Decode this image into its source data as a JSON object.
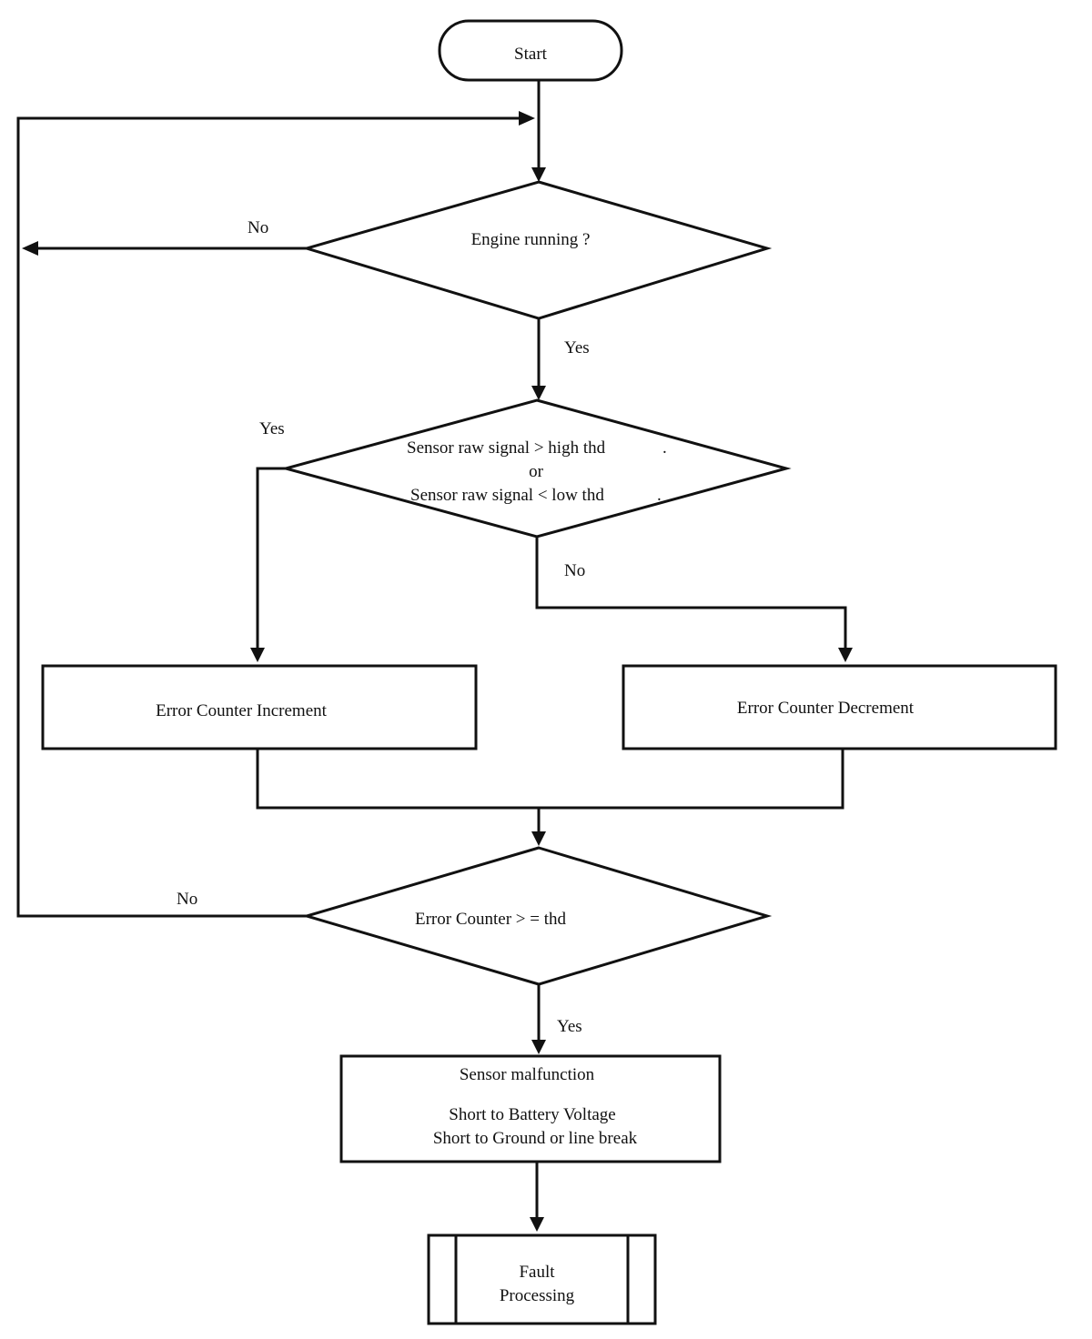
{
  "nodes": {
    "start": "Start",
    "engine_running": "Engine running ?",
    "sensor_check": {
      "line1": "Sensor raw signal > high thd",
      "line1_dot": ".",
      "line2": "or",
      "line3": "Sensor    raw signal < low thd",
      "line3_dot": "."
    },
    "increment": "Error Counter Increment",
    "decrement": "Error Counter Decrement",
    "counter_check": "Error Counter > = thd",
    "malfunction": {
      "title": "Sensor malfunction",
      "line1": "Short to Battery Voltage",
      "line2": "Short to Ground or  line break"
    },
    "fault": {
      "line1": "Fault",
      "line2": "Processing"
    }
  },
  "edge_labels": {
    "engine_no": "No",
    "engine_yes": "Yes",
    "sensor_yes": "Yes",
    "sensor_no": "No",
    "counter_no": "No",
    "counter_yes": "Yes"
  }
}
